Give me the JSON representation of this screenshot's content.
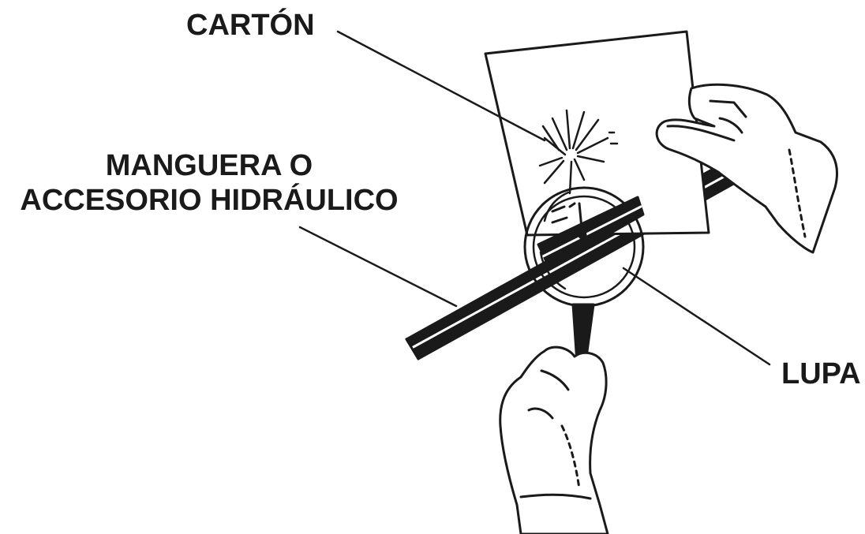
{
  "labels": {
    "carton": "CARTÓN",
    "hose_line1": "MANGUERA O",
    "hose_line2": "ACCESORIO HIDRÁULICO",
    "magnifier": "LUPA"
  },
  "colors": {
    "ink": "#1a1a1a",
    "paper": "#ffffff"
  }
}
